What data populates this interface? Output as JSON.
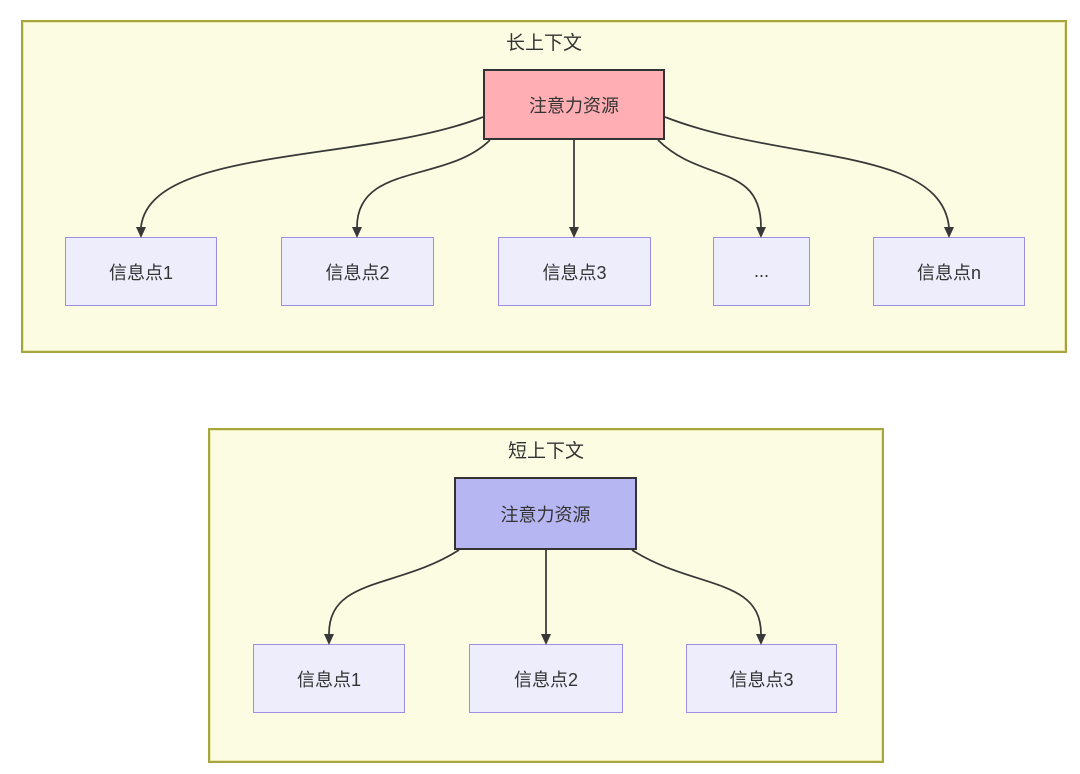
{
  "diagram": {
    "sections": {
      "long": {
        "title": "长上下文",
        "root_label": "注意力资源",
        "root_fill": "#ffafb4",
        "nodes": [
          {
            "label": "信息点1"
          },
          {
            "label": "信息点2"
          },
          {
            "label": "信息点3"
          },
          {
            "label": "..."
          },
          {
            "label": "信息点n"
          }
        ]
      },
      "short": {
        "title": "短上下文",
        "root_label": "注意力资源",
        "root_fill": "#b6b6f2",
        "nodes": [
          {
            "label": "信息点1"
          },
          {
            "label": "信息点2"
          },
          {
            "label": "信息点3"
          }
        ]
      }
    },
    "colors": {
      "container_fill": "#fcfce2",
      "container_border": "#a6a63c",
      "leaf_fill": "#ededfc",
      "leaf_border": "#9f8fe4",
      "root_border": "#333333",
      "arrow": "#383838",
      "text": "#333333",
      "page_background": "#ffffff"
    }
  }
}
